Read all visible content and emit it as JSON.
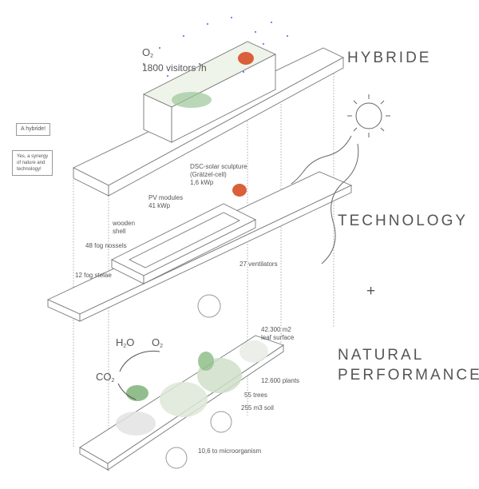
{
  "titles": {
    "hybride": "HYBRIDE",
    "technology": "TECHNOLOGY",
    "plus": "+",
    "natural": "NATURAL",
    "performance": "PERFORMANCE"
  },
  "top_level": {
    "o2": "O",
    "o2_sub": "2",
    "visitors": "1800 visitors /h",
    "bubble_1": "A hybride!",
    "bubble_2": "Yes, a synergy\nof nature and\ntechnology!"
  },
  "technology_level": {
    "dsc": "DSC-solar sculpture\n(Grätzel-cell)\n1,6 kWp",
    "pv": "PV modules\n41 kWp",
    "wooden": "wooden\nshell",
    "fog_nossels": "48 fog nossels",
    "ventilators": "27 ventilators",
    "fog_stelae": "12 fog stelae"
  },
  "nature_level": {
    "h2o": "H",
    "h2o_sub": "2",
    "h2o_end": "O",
    "o2": "O",
    "o2_sub": "2",
    "co2": "CO",
    "co2_sub": "2",
    "leaf": "42.300 m2\nleaf surface",
    "plants": "12.600 plants",
    "trees": "55 trees",
    "soil": "255 m3 soil",
    "micro": "10,6 to microorganism"
  },
  "colors": {
    "line": "#777",
    "plant": "#8fbf8a",
    "sky": "#3d6fd0",
    "solar": "#d9603a"
  }
}
